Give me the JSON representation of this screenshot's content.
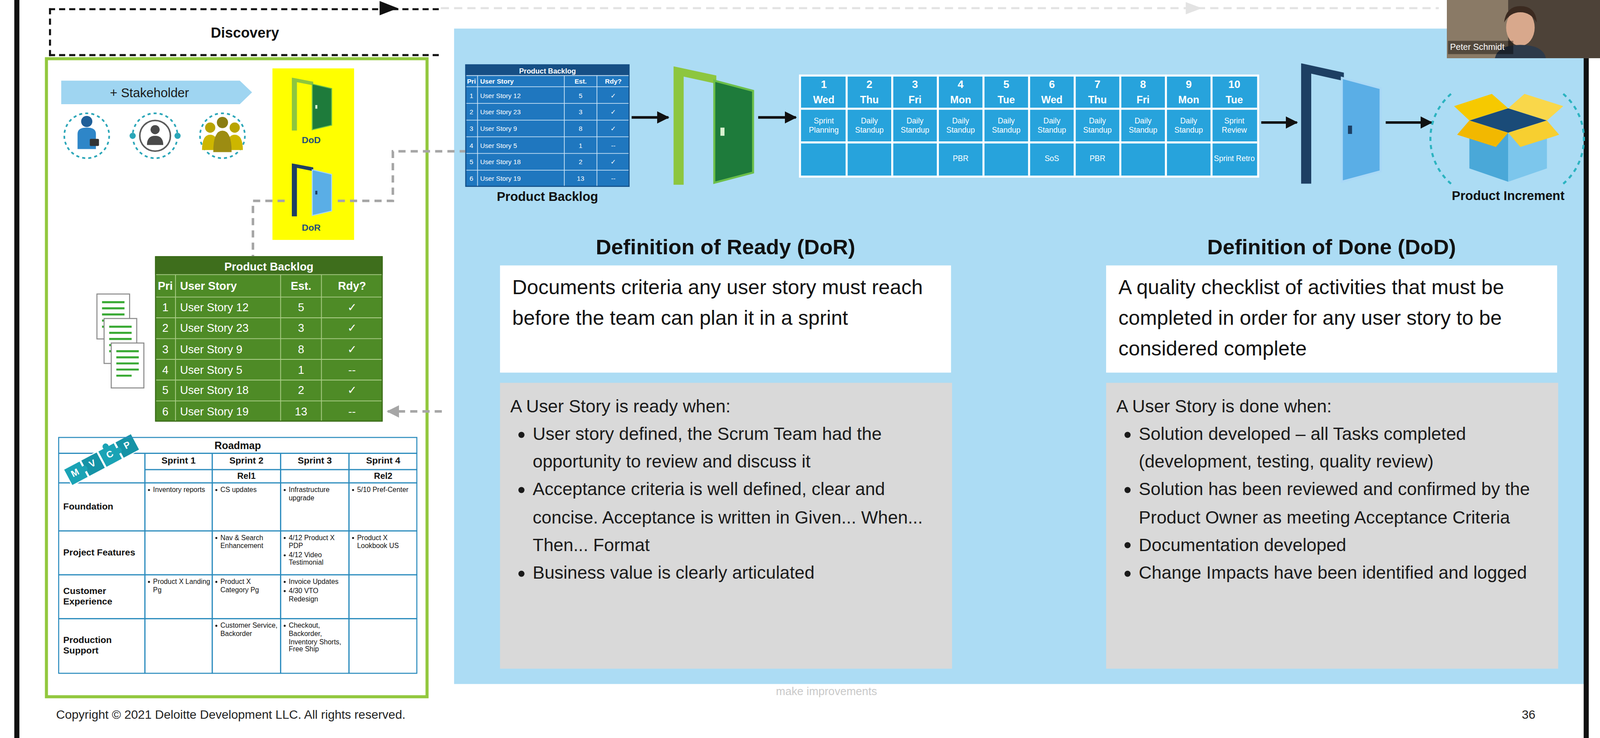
{
  "diagram": {
    "nodes": [
      {
        "text": [
          "Discovery"
        ]
      },
      {
        "text": [
          "+ Stakeholder"
        ]
      },
      {
        "text": [
          "DoD"
        ]
      },
      {
        "text": [
          "DoR"
        ]
      },
      {
        "text": [
          "Product Backlog"
        ]
      },
      {
        "text": [
          "Roadmap"
        ]
      },
      {
        "text": [
          "Product Backlog",
          "Product Backlog"
        ]
      },
      {
        "text": [
          "Definition of Ready (DoR)",
          "Documents criteria any user story must reach before the team can plan it in a sprint"
        ]
      },
      {
        "text": [
          "A User Story is ready when:",
          "User story defined, the Scrum Team had the opportunity to review and discuss it",
          "Acceptance criteria is well defined, clear and concise. Acceptance is written in Given... When... Then... Format",
          "Business value is clearly articulated"
        ]
      },
      {
        "text": [
          "Definition of Done (DoD)",
          "A quality checklist of activities that must be completed in order for any user story to be considered complete"
        ]
      },
      {
        "text": [
          "A User Story is done when:",
          "Solution developed – all Tasks completed (development, testing, quality review)",
          "Solution has been reviewed and confirmed by the Product Owner as meeting Acceptance Criteria",
          "Documentation developed",
          "Change Impacts have been identified and logged"
        ]
      }
    ],
    "edges": [
      {
        "from": 3,
        "to": 4,
        "arrow": "none"
      },
      {
        "from": 3,
        "to": 6,
        "arrow": "none"
      }
    ],
    "labels": [
      "Pri",
      "User Story",
      "Est.",
      "Rdy?",
      "1",
      "User Story 12",
      "5",
      "✓",
      "2",
      "User Story 23",
      "3",
      "✓",
      "3",
      "User Story 9",
      "8",
      "✓",
      "4",
      "User Story 5",
      "1",
      "--",
      "5",
      "User Story 18",
      "2",
      "✓",
      "6",
      "User Story 19",
      "13",
      "--",
      "Pri",
      "User Story",
      "Est.",
      "Rdy?",
      "1",
      "User Story 12",
      "5",
      "✓",
      "2",
      "User Story 23",
      "3",
      "✓",
      "3",
      "User Story 9",
      "8",
      "✓",
      "4",
      "User Story 5",
      "1",
      "--",
      "5",
      "User Story 18",
      "2",
      "✓",
      "6",
      "User Story 19",
      "13",
      "--",
      "Sprint 1",
      "Sprint 2",
      "Sprint 3",
      "Sprint 4",
      "Rel1",
      "Rel2",
      "Foundation",
      "Project Features",
      "Customer Experience",
      "Production Support",
      "Inventory reports",
      "CS updates",
      "Infrastructure upgrade",
      "5/10 Pref-Center",
      "Nav & Search Enhancement",
      "4/12 Product X PDP",
      "4/12 Video Testimonial",
      "Product X Lookbook US",
      "Product X Landing Pg",
      "Product X Category Pg",
      "Invoice Updates",
      "4/30 VTO Redesign",
      "Customer Service, Backorder",
      "Checkout, Backorder, Inventory Shorts, Free Ship",
      "M",
      "V",
      "C",
      "P",
      "1",
      "Wed",
      "2",
      "Thu",
      "3",
      "Fri",
      "4",
      "Mon",
      "5",
      "Tue",
      "6",
      "Wed",
      "7",
      "Thu",
      "8",
      "Fri",
      "9",
      "Mon",
      "10",
      "Tue",
      "Sprint Planning",
      "Daily Standup",
      "Daily Standup",
      "Daily Standup",
      "Daily Standup",
      "Daily Standup",
      "Daily Standup",
      "Daily Standup",
      "Daily Standup",
      "Sprint Review",
      "PBR",
      "SoS",
      "PBR",
      "Sprint Retro",
      "Product Increment",
      "make improvements",
      "Copyright © 2021 Deloitte Development LLC. All rights reserved.",
      "36",
      "Peter Schmidt"
    ]
  }
}
